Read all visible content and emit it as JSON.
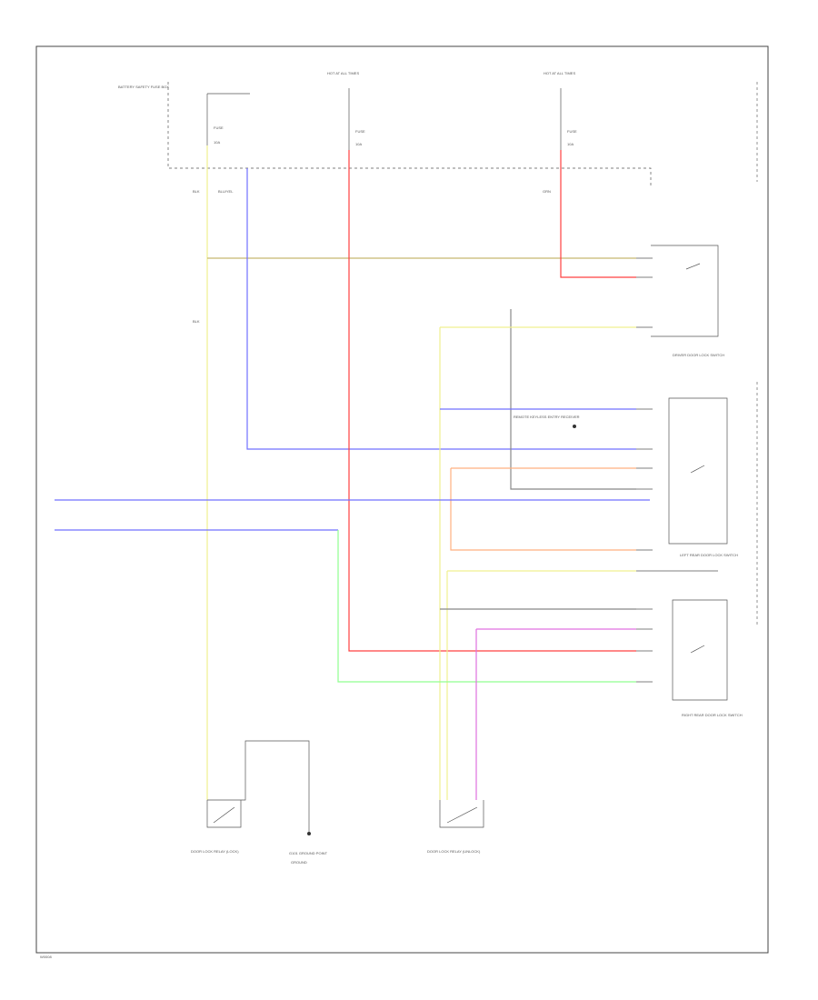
{
  "colors": {
    "red": "#ff4040",
    "violet": "#7070ff",
    "yellow": "#f0f090",
    "green": "#90ff90",
    "orange": "#ffb080",
    "magenta": "#e070e0",
    "olive": "#c8b870",
    "gray": "#888888",
    "frame": "#444444"
  },
  "labels": {
    "battery_source": "BATTERY SAFETY FUSE BOX",
    "hot_at_all_times_1": "HOT AT ALL TIMES",
    "hot_at_all_times_2": "HOT AT ALL TIMES",
    "fuse_1": "FUSE",
    "fuse_2": "FUSE",
    "fuse_3": "FUSE",
    "amp_1": "10A",
    "amp_2": "10A",
    "amp_3": "10A",
    "wire_blk": "BLK",
    "wire_bluyel": "BLU/YEL",
    "wire_grn": "GRN",
    "wire_blk_2": "BLK",
    "ground_point": "G101 GROUND POINT",
    "switch_top": "DRIVER DOOR LOCK SWITCH",
    "switch_mid": "LEFT REAR DOOR LOCK SWITCH",
    "switch_bottom": "RIGHT REAR DOOR LOCK SWITCH",
    "remote_receiver": "REMOTE KEYLESS ENTRY RECEIVER",
    "relay_left": "DOOR LOCK RELAY (LOCK)",
    "relay_right": "DOOR LOCK RELAY (UNLOCK)",
    "ground_relay": "GROUND",
    "page_id": "W0008"
  }
}
